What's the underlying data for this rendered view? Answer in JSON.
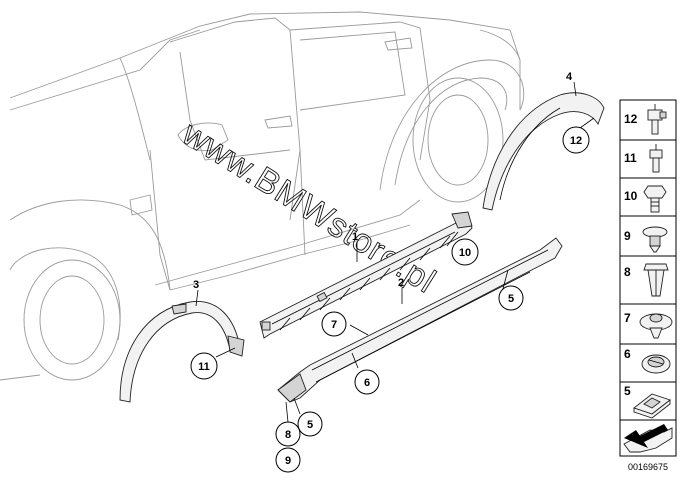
{
  "watermark": "www.BMWstore.pl",
  "document_number": "00169675",
  "callouts": [
    {
      "id": "c1",
      "text": "1",
      "circled": false
    },
    {
      "id": "c2",
      "text": "2",
      "circled": false
    },
    {
      "id": "c3",
      "text": "3",
      "circled": false
    },
    {
      "id": "c4",
      "text": "4",
      "circled": false
    },
    {
      "id": "c5a",
      "text": "5",
      "circled": true
    },
    {
      "id": "c5b",
      "text": "5",
      "circled": true
    },
    {
      "id": "c6",
      "text": "6",
      "circled": true
    },
    {
      "id": "c7",
      "text": "7",
      "circled": true
    },
    {
      "id": "c8",
      "text": "8",
      "circled": true
    },
    {
      "id": "c9",
      "text": "9",
      "circled": true
    },
    {
      "id": "c10",
      "text": "10",
      "circled": true
    },
    {
      "id": "c11",
      "text": "11",
      "circled": true
    },
    {
      "id": "c12",
      "text": "12",
      "circled": true
    }
  ],
  "fastener_column": [
    {
      "label": "12",
      "icon": "blind-rivet-icon"
    },
    {
      "label": "11",
      "icon": "blind-rivet-small-icon"
    },
    {
      "label": "10",
      "icon": "hex-bolt-icon"
    },
    {
      "label": "9",
      "icon": "expanding-rivet-icon"
    },
    {
      "label": "8",
      "icon": "spreader-nut-icon"
    },
    {
      "label": "7",
      "icon": "push-clip-icon"
    },
    {
      "label": "6",
      "icon": "round-clip-icon"
    },
    {
      "label": "5",
      "icon": "clip-holder-icon"
    },
    {
      "label": "",
      "icon": "arrow-parts-icon"
    }
  ]
}
